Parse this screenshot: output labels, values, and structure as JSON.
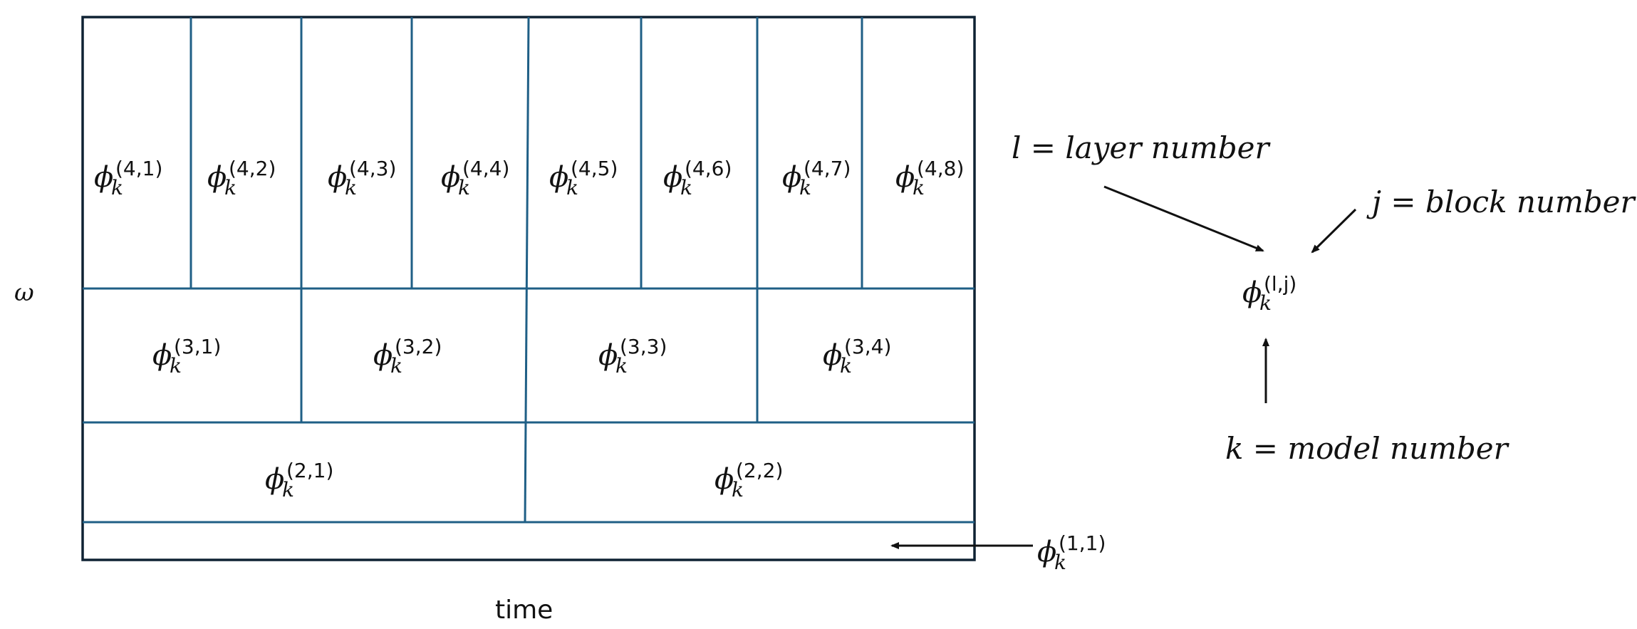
{
  "axes": {
    "y_label": "ω",
    "x_label": "time"
  },
  "symbol": "ϕ",
  "subscript": "k",
  "layers": [
    {
      "layer": 4,
      "blocks": [
        "(4,1)",
        "(4,2)",
        "(4,3)",
        "(4,4)",
        "(4,5)",
        "(4,6)",
        "(4,7)",
        "(4,8)"
      ]
    },
    {
      "layer": 3,
      "blocks": [
        "(3,1)",
        "(3,2)",
        "(3,3)",
        "(3,4)"
      ]
    },
    {
      "layer": 2,
      "blocks": [
        "(2,1)",
        "(2,2)"
      ]
    },
    {
      "layer": 1,
      "blocks": [
        "(1,1)"
      ]
    }
  ],
  "legend": {
    "general_superscript": "(l,j)",
    "layer_label": "l = layer number",
    "block_label": "j = block number",
    "model_label": "k = model number"
  },
  "colors": {
    "grid_lines": "#1f5f86",
    "frame": "#0f2233",
    "text": "#111111"
  }
}
